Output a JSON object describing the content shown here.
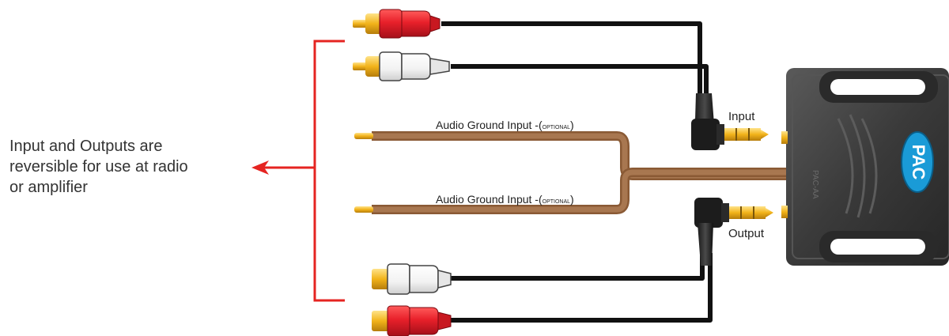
{
  "side_note": {
    "lines": [
      "Input and Outputs are",
      "reversible for use at radio",
      "or amplifier"
    ]
  },
  "labels": {
    "ground_main": "Audio Ground Input -(",
    "ground_optional": "OPTIONAL",
    "ground_close": ")",
    "input": "Input",
    "output": "Output",
    "brand_logo_text": "PAC"
  },
  "colors": {
    "bracket_red": "#e52421",
    "rca_red": "#e8202a",
    "rca_white": "#ffffff",
    "gold": "#f5b81c",
    "ground_brown": "#9c6b43",
    "cable_black": "#111111",
    "box_body": "#3a3a3a",
    "logo_blue": "#1a9bd7"
  },
  "icons": [
    "rca-plug-icon",
    "jack-plug-icon",
    "ground-wire-icon",
    "interface-box-icon"
  ]
}
